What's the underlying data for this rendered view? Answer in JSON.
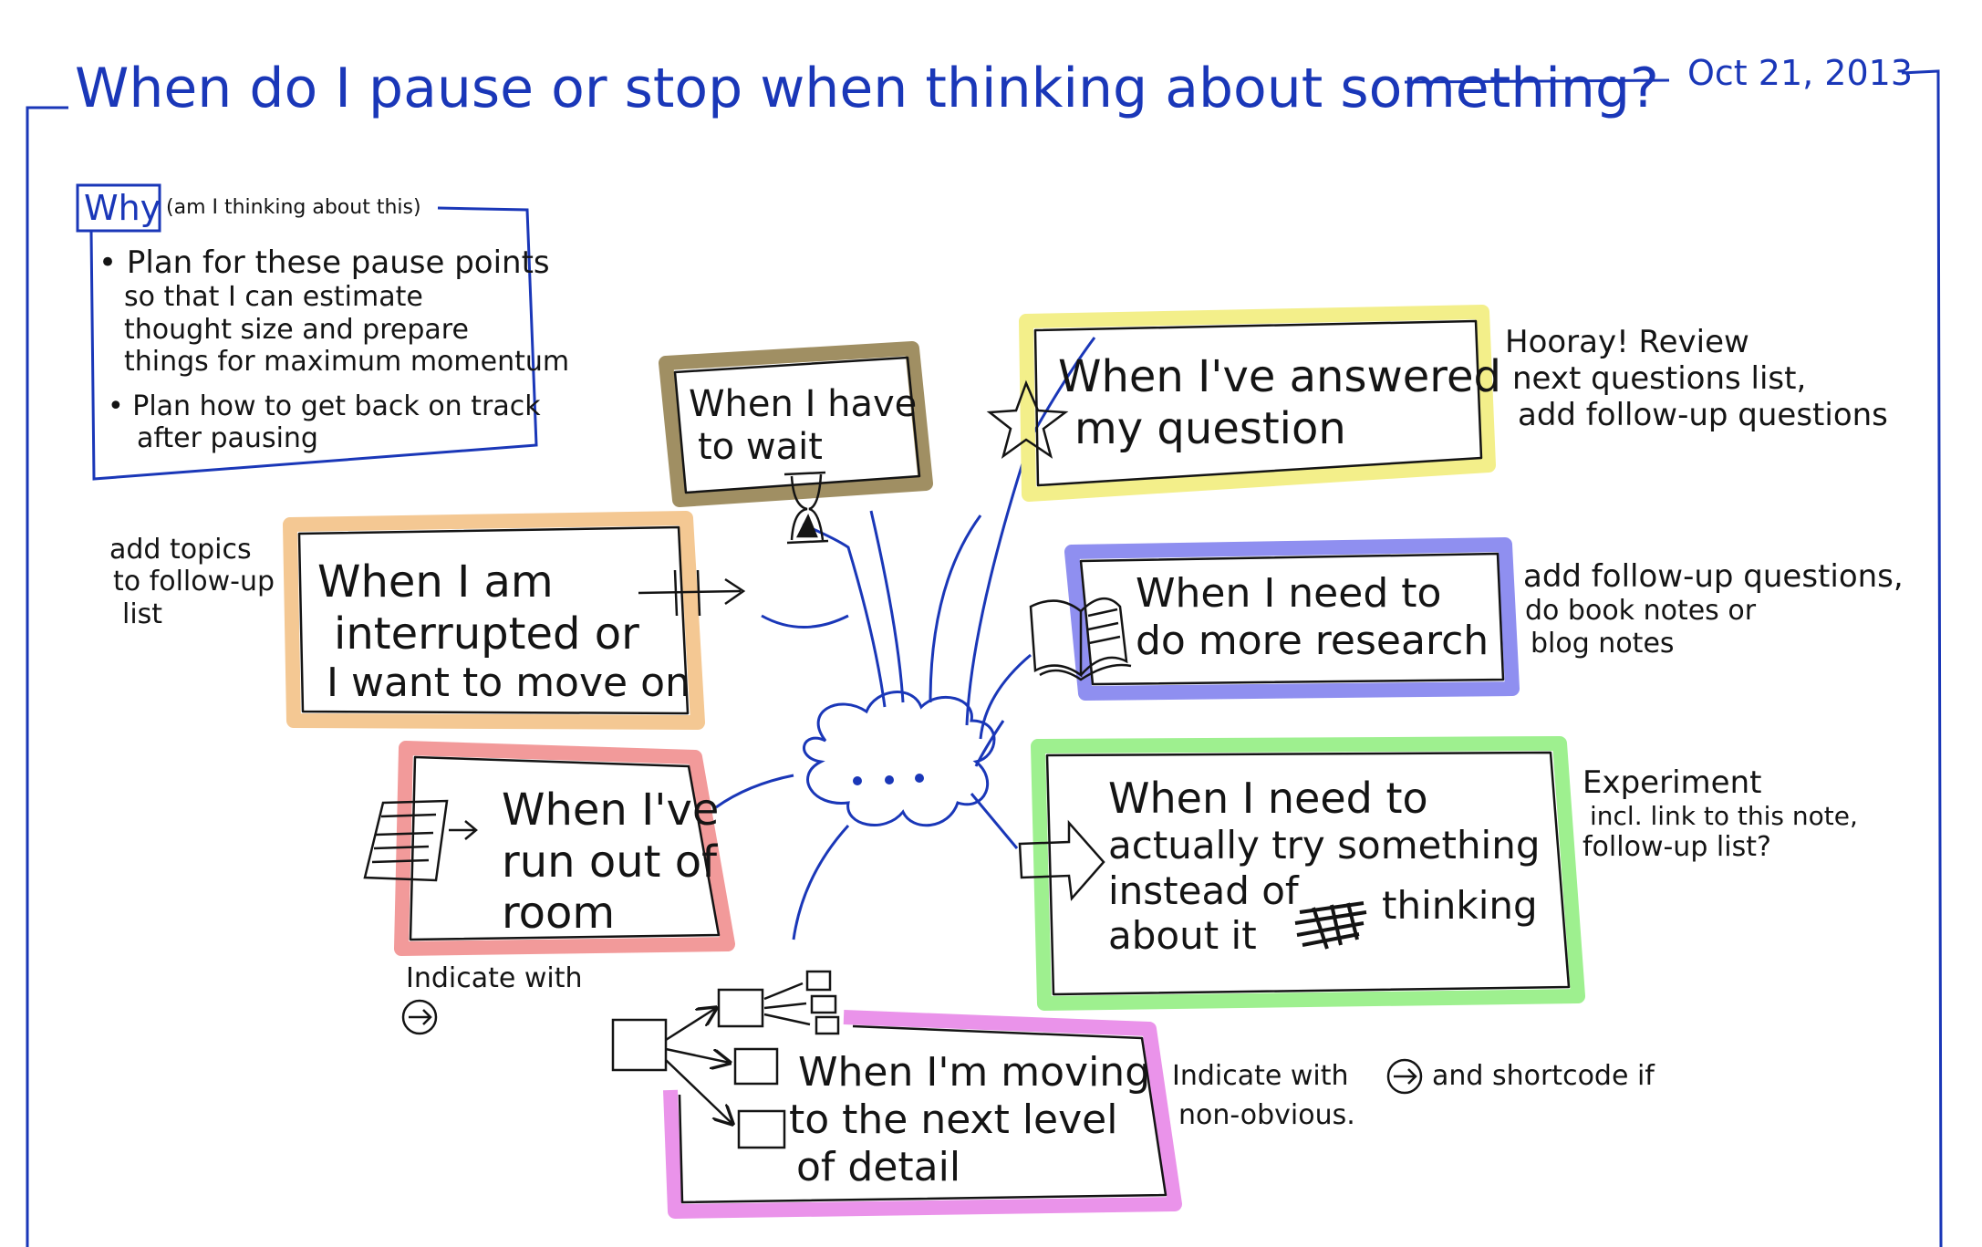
{
  "header": {
    "title": "When do I pause or stop when thinking about something?",
    "date": "Oct 21, 2013"
  },
  "why_box": {
    "tag": "Why",
    "subtitle": "(am I thinking about this)",
    "bullets": [
      [
        "Plan for these pause points",
        "so that I can estimate",
        "thought size and prepare",
        "things for maximum momentum"
      ],
      [
        "Plan how to get back on track",
        "after pausing"
      ]
    ]
  },
  "center": {
    "label": "..."
  },
  "nodes": {
    "wait": {
      "lines": [
        "When I have",
        "to wait"
      ],
      "color": "#a08f63"
    },
    "answered": {
      "lines": [
        "When I've answered",
        "my question"
      ],
      "color": "#f3ef8a"
    },
    "research": {
      "lines": [
        "When I need to",
        "do more research"
      ],
      "color": "#8f8ff0"
    },
    "interrupted": {
      "lines": [
        "When I am",
        "interrupted or",
        "I want to move on"
      ],
      "color": "#f4c893"
    },
    "room": {
      "lines": [
        "When I've",
        "run out of",
        "room"
      ],
      "color": "#f29a9a"
    },
    "try": {
      "lines": [
        "When I need to",
        "actually try something",
        "instead of",
        "thinking",
        "about it"
      ],
      "color": "#9ef08f"
    },
    "detail": {
      "lines": [
        "When I'm moving",
        "to the next level",
        "of detail"
      ],
      "color": "#ea93ea"
    }
  },
  "notes": {
    "answered": [
      "Hooray! Review",
      "next questions list,",
      "add follow-up questions"
    ],
    "research": [
      "add follow-up questions,",
      "do book notes or",
      "blog notes"
    ],
    "interrupted": [
      "add topics",
      "to follow-up",
      "list"
    ],
    "room": [
      "Indicate with"
    ],
    "try": [
      "Experiment",
      "incl. link to this note,",
      "follow-up list?"
    ],
    "detail": [
      "Indicate with",
      "and shortcode if",
      "non-obvious."
    ]
  },
  "icons": {
    "wait": "hourglass-icon",
    "answered": "star-icon",
    "research": "open-book-icon",
    "interrupted": "skip-arrow-icon",
    "room": "full-page-icon",
    "try": "hollow-arrow-icon",
    "detail": "branching-boxes-icon",
    "indicator": "circled-arrow-icon"
  },
  "colors": {
    "ink_blue": "#1a37b8",
    "ink_black": "#141414"
  }
}
